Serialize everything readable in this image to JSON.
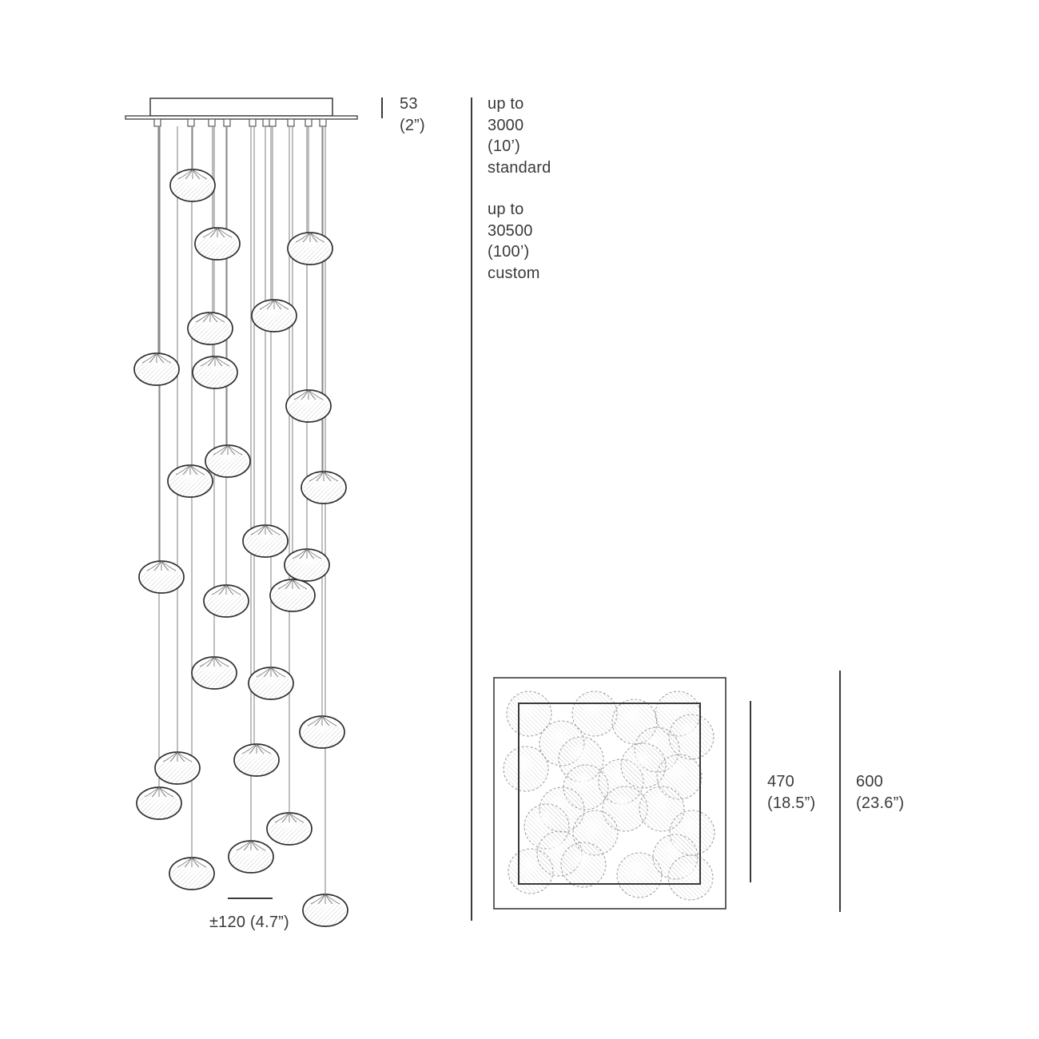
{
  "canopy_height": {
    "mm": "53",
    "in": "(2”)"
  },
  "cable_length": {
    "standard": [
      "up to",
      "3000",
      "(10’)",
      "standard"
    ],
    "custom": [
      "up to",
      "30500",
      "(100’)",
      "custom"
    ]
  },
  "pendant_spacing": "±120 (4.7”)",
  "inner_square": {
    "mm": "470",
    "in": "(18.5”)"
  },
  "outer_square": {
    "mm": "600",
    "in": "(23.6”)"
  },
  "colors": {
    "line": "#3a3a3a",
    "glass_fill": "#ffffff",
    "hatch": "#b0b0b0",
    "dashed": "#9a9a9a"
  }
}
